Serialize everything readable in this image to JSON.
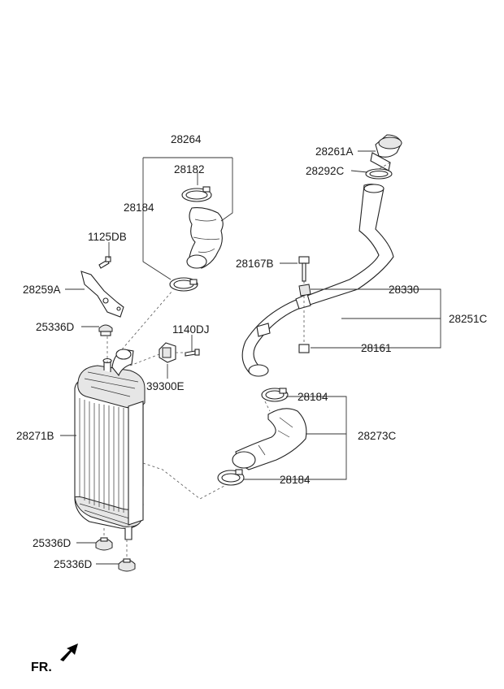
{
  "labels": {
    "p28264": "28264",
    "p28182": "28182",
    "p28184_top": "28184",
    "p1125DB": "1125DB",
    "p28259A": "28259A",
    "p25336D_top": "25336D",
    "p1140DJ": "1140DJ",
    "p39300E": "39300E",
    "p28271B": "28271B",
    "p25336D_mid": "25336D",
    "p25336D_bot": "25336D",
    "p28261A": "28261A",
    "p28292C": "28292C",
    "p28167B": "28167B",
    "p28330": "28330",
    "p28251C": "28251C",
    "p28161": "28161",
    "p28184_r1": "28184",
    "p28273C": "28273C",
    "p28184_r2": "28184"
  },
  "direction_marker": {
    "text": "FR.",
    "icon": "arrow-front-icon"
  }
}
